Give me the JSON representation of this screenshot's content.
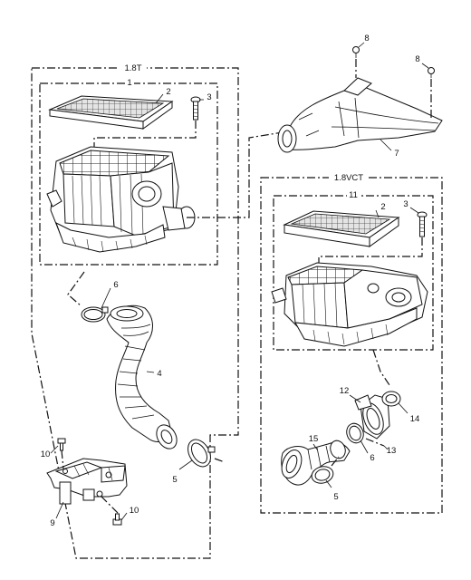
{
  "diagram": {
    "groups": [
      {
        "id": "outer_1_8t",
        "label": "1.8T"
      },
      {
        "id": "inner_1_8t",
        "label": "1"
      },
      {
        "id": "outer_1_8vct",
        "label": "1.8VCT"
      },
      {
        "id": "inner_1_8vct",
        "label": "11"
      }
    ],
    "callouts": [
      {
        "id": "c2a",
        "label": "2"
      },
      {
        "id": "c3a",
        "label": "3"
      },
      {
        "id": "c8a",
        "label": "8"
      },
      {
        "id": "c8b",
        "label": "8"
      },
      {
        "id": "c7",
        "label": "7"
      },
      {
        "id": "c2b",
        "label": "2"
      },
      {
        "id": "c3b",
        "label": "3"
      },
      {
        "id": "c6a",
        "label": "6"
      },
      {
        "id": "c4",
        "label": "4"
      },
      {
        "id": "c5a",
        "label": "5"
      },
      {
        "id": "c10a",
        "label": "10"
      },
      {
        "id": "c9",
        "label": "9"
      },
      {
        "id": "c10b",
        "label": "10"
      },
      {
        "id": "c12",
        "label": "12"
      },
      {
        "id": "c14",
        "label": "14"
      },
      {
        "id": "c15",
        "label": "15"
      },
      {
        "id": "c6b",
        "label": "6"
      },
      {
        "id": "c13",
        "label": "13"
      },
      {
        "id": "c5b",
        "label": "5"
      }
    ]
  }
}
